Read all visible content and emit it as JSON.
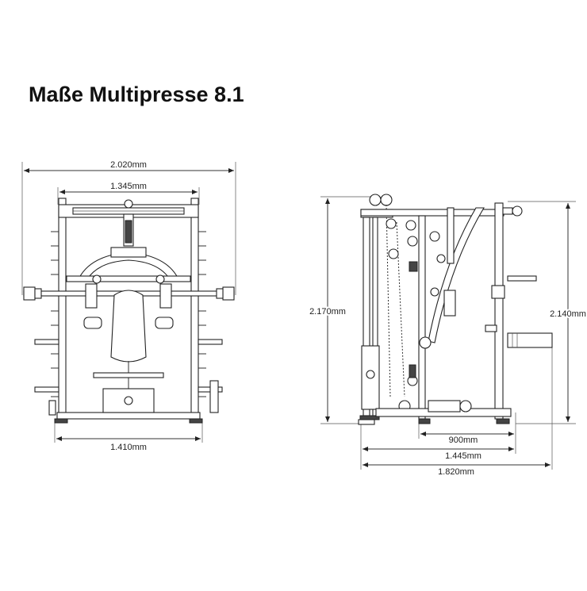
{
  "title": "Maße Multipresse 8.1",
  "front_view": {
    "dim_total_width": "2.020mm",
    "dim_frame_width": "1.345mm",
    "dim_base_width": "1.410mm"
  },
  "side_view": {
    "dim_height_total": "2.170mm",
    "dim_height_right": "2.140mm",
    "dim_depth_inner": "900mm",
    "dim_depth_frame": "1.445mm",
    "dim_depth_total": "1.820mm"
  }
}
